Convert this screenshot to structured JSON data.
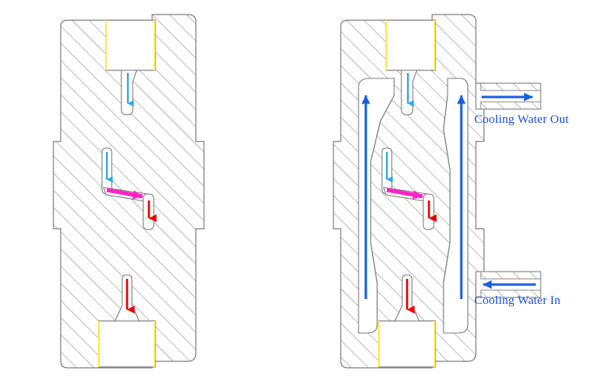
{
  "figure": {
    "title": "Injection mold cross-section comparison",
    "background_color": "#ffffff",
    "panels": [
      {
        "id": "left",
        "name": "mold-without-cooling",
        "description": "Mold cross-section without cooling water jacket"
      },
      {
        "id": "right",
        "name": "mold-with-cooling",
        "description": "Mold cross-section with cooling water jacket"
      }
    ]
  },
  "labels": {
    "cooling_water_out": "Cooling Water Out",
    "cooling_water_in": "Cooling Water In"
  },
  "colors": {
    "outline": "#808080",
    "hatch": "#808080",
    "cavity_edge": "#ffe84d",
    "melt_arrow_cyan": "#29a7ef",
    "melt_arrow_red": "#ef0000",
    "gate_arrow_magenta": "#ff22c8",
    "water_arrow_blue": "#1a5fe0",
    "label_text": "#1a4fe0",
    "background": "#ffffff"
  },
  "flow_arrows": {
    "left_panel": [
      {
        "name": "sprue-inlet-arrow",
        "color": "#29a7ef",
        "direction": "down"
      },
      {
        "name": "runner-drop-arrow",
        "color": "#29a7ef",
        "direction": "down"
      },
      {
        "name": "gate-arrow",
        "color": "#ff22c8",
        "direction": "diagonal-down-right"
      },
      {
        "name": "cavity-feed-arrow",
        "color": "#ef0000",
        "direction": "down"
      },
      {
        "name": "bottom-cavity-arrow",
        "color": "#ef0000",
        "direction": "down"
      }
    ],
    "right_panel": [
      {
        "name": "sprue-inlet-arrow",
        "color": "#29a7ef",
        "direction": "down"
      },
      {
        "name": "runner-drop-arrow",
        "color": "#29a7ef",
        "direction": "down"
      },
      {
        "name": "gate-arrow",
        "color": "#ff22c8",
        "direction": "diagonal-down-right"
      },
      {
        "name": "cavity-feed-arrow",
        "color": "#ef0000",
        "direction": "down"
      },
      {
        "name": "bottom-cavity-arrow",
        "color": "#ef0000",
        "direction": "down"
      },
      {
        "name": "water-left-channel-arrow",
        "color": "#1a5fe0",
        "direction": "up"
      },
      {
        "name": "water-right-channel-arrow",
        "color": "#1a5fe0",
        "direction": "up"
      },
      {
        "name": "water-outlet-port-arrow",
        "color": "#1a5fe0",
        "direction": "right"
      },
      {
        "name": "water-inlet-port-arrow",
        "color": "#1a5fe0",
        "direction": "left"
      }
    ]
  }
}
